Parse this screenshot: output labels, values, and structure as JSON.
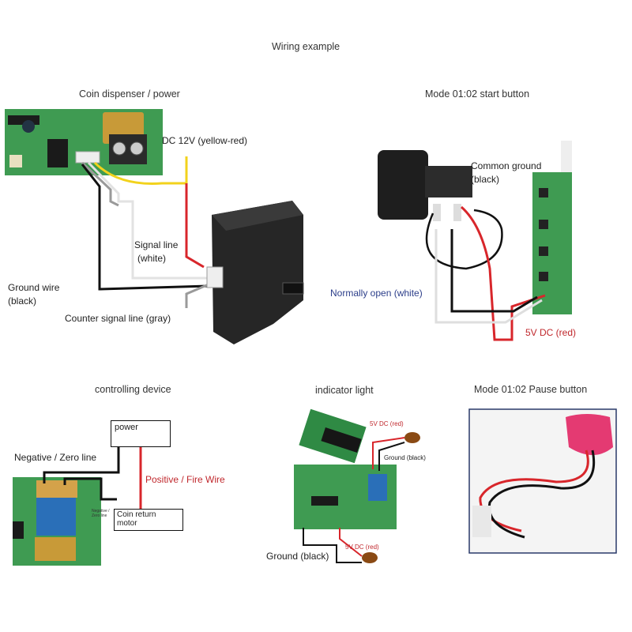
{
  "title": "Wiring example",
  "panels": {
    "coin_dispenser": {
      "heading": "Coin dispenser / power",
      "dc12v": "DC 12V (yellow-red)",
      "signal_line": "Signal line\n(white)",
      "signal_line_1": "Signal line",
      "signal_line_2": "(white)",
      "ground_wire_1": "Ground wire",
      "ground_wire_2": "(black)",
      "counter_signal": "Counter signal line (gray)"
    },
    "start_button": {
      "heading": "Mode 01:02 start button",
      "common_ground_1": "Common ground",
      "common_ground_2": "(black)",
      "normally_open": "Normally open (white)",
      "five_v": "5V DC (red)"
    },
    "controlling_device": {
      "heading": "controlling device",
      "power": "power",
      "negative": "Negative / Zero line",
      "positive": "Positive / Fire Wire",
      "coin_return_1": "Coin return",
      "coin_return_2": "motor",
      "tiny_1": "Negative /",
      "tiny_2": "Zero line"
    },
    "indicator_light": {
      "heading": "indicator light",
      "five_v_top": "5V DC (red)",
      "ground_top": "Ground (black)",
      "ground_bottom": "Ground (black)",
      "five_v_bottom": "5V DC (red)"
    },
    "pause_button": {
      "heading": "Mode 01:02 Pause button"
    }
  },
  "colors": {
    "pcb_green": "#3a9a4a",
    "wire_red": "#d8262b",
    "wire_yellow": "#f2d21c",
    "wire_black": "#111111",
    "wire_white": "#dddddd",
    "wire_gray": "#9a9a9a",
    "label_red": "#c0282d",
    "label_blue": "#2c3e8a"
  }
}
